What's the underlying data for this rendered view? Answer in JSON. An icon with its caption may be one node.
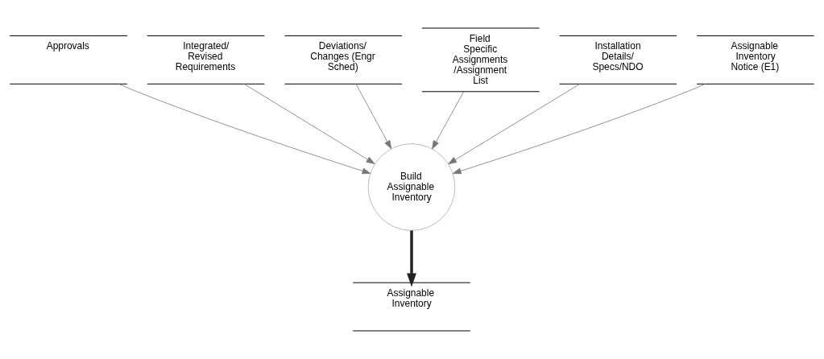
{
  "diagram": {
    "nodes": [
      {
        "text": [
          "Approvals"
        ]
      },
      {
        "text": [
          "Integrated/ Revised Requirements"
        ]
      },
      {
        "text": [
          "Deviations/ Changes (Engr Sched)"
        ]
      },
      {
        "text": [
          "Field Specific Assignments /Assignment List"
        ]
      },
      {
        "text": [
          "Installation Details/ Specs/NDO"
        ]
      },
      {
        "text": [
          "Assignable Inventory Notice (E1)"
        ]
      },
      {
        "text": [
          "Build Assignable Inventory"
        ]
      },
      {
        "text": [
          "Assignable Inventory"
        ]
      }
    ],
    "edges": [
      {
        "from": 0,
        "to": 6,
        "arrow": "to"
      },
      {
        "from": 1,
        "to": 6,
        "arrow": "to"
      },
      {
        "from": 2,
        "to": 6,
        "arrow": "to"
      },
      {
        "from": 3,
        "to": 6,
        "arrow": "to"
      },
      {
        "from": 4,
        "to": 6,
        "arrow": "to"
      },
      {
        "from": 5,
        "to": 6,
        "arrow": "to"
      },
      {
        "from": 6,
        "to": 7,
        "arrow": "to",
        "style": "thick"
      }
    ]
  }
}
